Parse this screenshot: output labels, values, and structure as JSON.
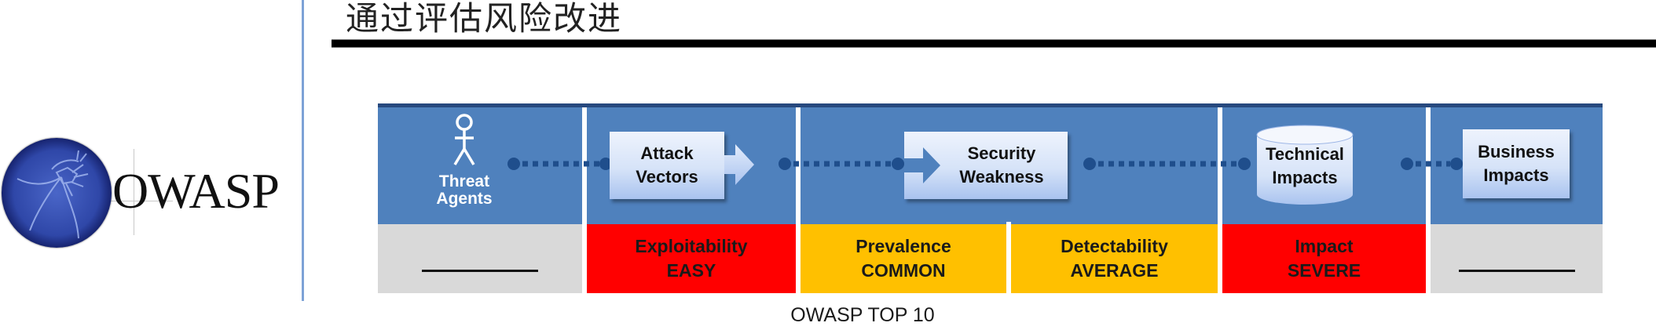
{
  "title": "通过评估风险改进",
  "logo": {
    "text": "OWASP",
    "icon": "owasp-wasp-globe-icon"
  },
  "diagram": {
    "colors": {
      "blue": "#4f81bd",
      "dark_blue": "#27497e",
      "connector": "#1f4e8c",
      "red": "#ff0000",
      "amber": "#ffc000",
      "gray": "#d9d9d9"
    },
    "stages": [
      {
        "id": "threat-agents",
        "label_line1": "Threat",
        "label_line2": "Agents",
        "icon": "stick-figure-icon"
      },
      {
        "id": "attack-vectors",
        "label_line1": "Attack",
        "label_line2": "Vectors",
        "icon": "arrow-box-icon"
      },
      {
        "id": "security-weakness",
        "label_line1": "Security",
        "label_line2": "Weakness",
        "icon": "arrow-into-box-icon"
      },
      {
        "id": "technical-impacts",
        "label_line1": "Technical",
        "label_line2": "Impacts",
        "icon": "database-cylinder-icon"
      },
      {
        "id": "business-impacts",
        "label_line1": "Business",
        "label_line2": "Impacts",
        "icon": "document-icon"
      }
    ],
    "ratings": [
      {
        "id": "threat-agents-rating",
        "factor": "",
        "value": "",
        "placeholder": "—————",
        "level": "gray"
      },
      {
        "id": "exploitability",
        "factor": "Exploitability",
        "value": "EASY",
        "level": "red"
      },
      {
        "id": "prevalence",
        "factor": "Prevalence",
        "value": "COMMON",
        "level": "amber"
      },
      {
        "id": "detectability",
        "factor": "Detectability",
        "value": "AVERAGE",
        "level": "amber"
      },
      {
        "id": "impact",
        "factor": "Impact",
        "value": "SEVERE",
        "level": "red"
      },
      {
        "id": "business-impacts-rating",
        "factor": "",
        "value": "",
        "placeholder": "—————",
        "level": "gray"
      }
    ]
  },
  "caption": "OWASP TOP 10"
}
